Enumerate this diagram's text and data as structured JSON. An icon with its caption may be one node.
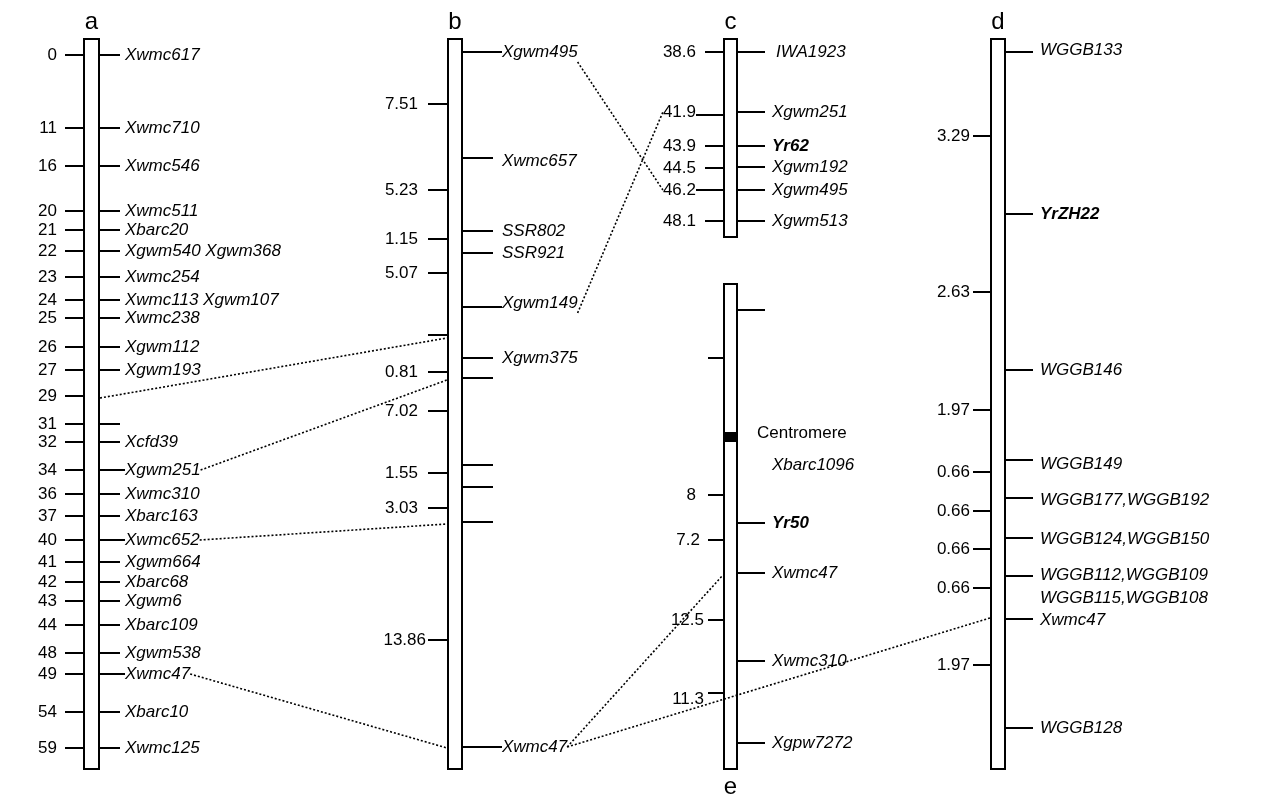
{
  "diagram": {
    "nodes": [
      {
        "text": [
          "a"
        ],
        "beside": [
          "0",
          "Xwmc617",
          "11",
          "Xwmc710",
          "16",
          "Xwmc546",
          "20",
          "Xwmc511",
          "21",
          "Xbarc20",
          "22",
          "Xgwm540 Xgwm368",
          "23",
          "Xwmc254",
          "24",
          "Xwmc113 Xgwm107",
          "25",
          "Xwmc238",
          "26",
          "Xgwm112",
          "27",
          "Xgwm193",
          "29",
          "31",
          "32",
          "Xcfd39",
          "34",
          "36",
          "Xwmc310",
          "37",
          "Xbarc163",
          "40",
          "41",
          "Xgwm664",
          "42",
          "Xbarc68",
          "43",
          "Xgwm6",
          "44",
          "Xbarc109",
          "48",
          "Xgwm538",
          "49",
          "54",
          "Xbarc10",
          "59",
          "Xwmc125"
        ]
      },
      {
        "text": [
          "b"
        ],
        "beside": [
          "7.51",
          "5.23",
          "1.15",
          "5.07",
          "0.81",
          "7.02",
          "1.55",
          "3.03",
          "13.86",
          "Xwmc657",
          "SSR802",
          "SSR921",
          "Xgwm375"
        ]
      },
      {
        "text": [
          "c"
        ],
        "beside": [
          "38.6",
          "43.9",
          "44.5",
          "48.1",
          "IWA1923",
          "Xgwm251",
          "Yr62",
          "Xgwm192",
          "Xgwm495",
          "Xgwm513"
        ]
      },
      {
        "text": [
          "d"
        ],
        "beside": [
          "3.29",
          "2.63",
          "1.97",
          "0.66",
          "0.66",
          "0.66",
          "0.66",
          "1.97",
          "WGGB133",
          "YrZH22",
          "WGGB146",
          "WGGB149",
          "WGGB177,WGGB192",
          "WGGB124,WGGB150",
          "WGGB112,WGGB109",
          "WGGB115,WGGB108",
          "Xwmc47",
          "WGGB128"
        ]
      },
      {
        "text": [
          "e"
        ],
        "beside": [
          "Centromere",
          "Xbarc1096",
          "8",
          "Yr50",
          "7.2",
          "Xwmc47",
          "12.5",
          "Xwmc310",
          "11.3",
          "Xgpw7272"
        ]
      },
      {
        "text": [
          "Xgwm251"
        ]
      },
      {
        "text": [
          "Xwmc652"
        ]
      },
      {
        "text": [
          "Xwmc47"
        ]
      },
      {
        "text": [
          "Xgwm495"
        ]
      },
      {
        "text": [
          "Xgwm149"
        ]
      },
      {
        "text": [
          "Xwmc47"
        ]
      },
      {
        "text": [
          "41.9"
        ]
      },
      {
        "text": [
          "46.2"
        ]
      }
    ],
    "edges": [
      {
        "from": 8,
        "to": 12,
        "arrow": "none",
        "style": "dashed"
      },
      {
        "from": 9,
        "to": 11,
        "arrow": "none",
        "style": "dashed"
      },
      {
        "from": 5,
        "to": 1,
        "arrow": "none",
        "style": "dashed"
      },
      {
        "from": 0,
        "to": 1,
        "arrow": "none",
        "style": "dashed"
      },
      {
        "from": 6,
        "to": 1,
        "arrow": "none",
        "style": "dashed"
      },
      {
        "from": 7,
        "to": 1,
        "arrow": "none",
        "style": "dashed"
      },
      {
        "from": 10,
        "to": 4,
        "arrow": "none",
        "style": "dashed"
      },
      {
        "from": 10,
        "to": 3,
        "arrow": "none",
        "style": "dashed"
      },
      {
        "from": 0,
        "to": 5,
        "arrow": "none"
      },
      {
        "from": 0,
        "to": 6,
        "arrow": "none"
      },
      {
        "from": 0,
        "to": 7,
        "arrow": "none"
      },
      {
        "from": 1,
        "to": 8,
        "arrow": "none"
      },
      {
        "from": 1,
        "to": 9,
        "arrow": "none"
      },
      {
        "from": 1,
        "to": 10,
        "arrow": "none"
      },
      {
        "from": 2,
        "to": 11,
        "arrow": "none"
      },
      {
        "from": 2,
        "to": 12,
        "arrow": "none"
      }
    ]
  }
}
